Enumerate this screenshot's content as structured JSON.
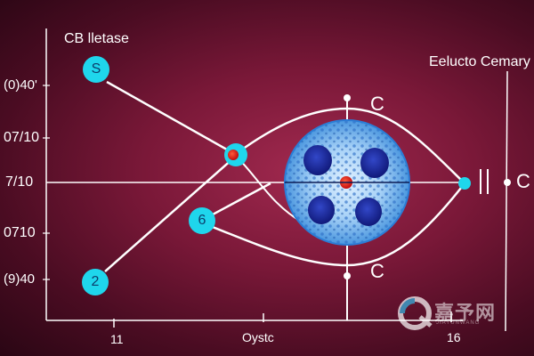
{
  "labels": {
    "top_left": "CB lletase",
    "top_right": "Eelucto Cemary",
    "y_ticks": [
      "(0)40'",
      "07/10",
      "7/10",
      "0710",
      "(9)40"
    ],
    "x_left": "11",
    "x_center": "Oystc",
    "x_right": "16",
    "c_top": "C",
    "c_right": "C",
    "c_bottom": "C"
  },
  "nodes": {
    "top": "S",
    "middle": "6",
    "bottom": "2"
  },
  "watermark": {
    "name": "嘉予网",
    "sub": "JIAYUNWANG"
  },
  "colors": {
    "node_cyan": "#1fd6ec",
    "cell_blue": "#2a74c9",
    "nucleus_dark": "#1b2fa2",
    "red_dot": "#e51616",
    "line": "#ffffff"
  }
}
